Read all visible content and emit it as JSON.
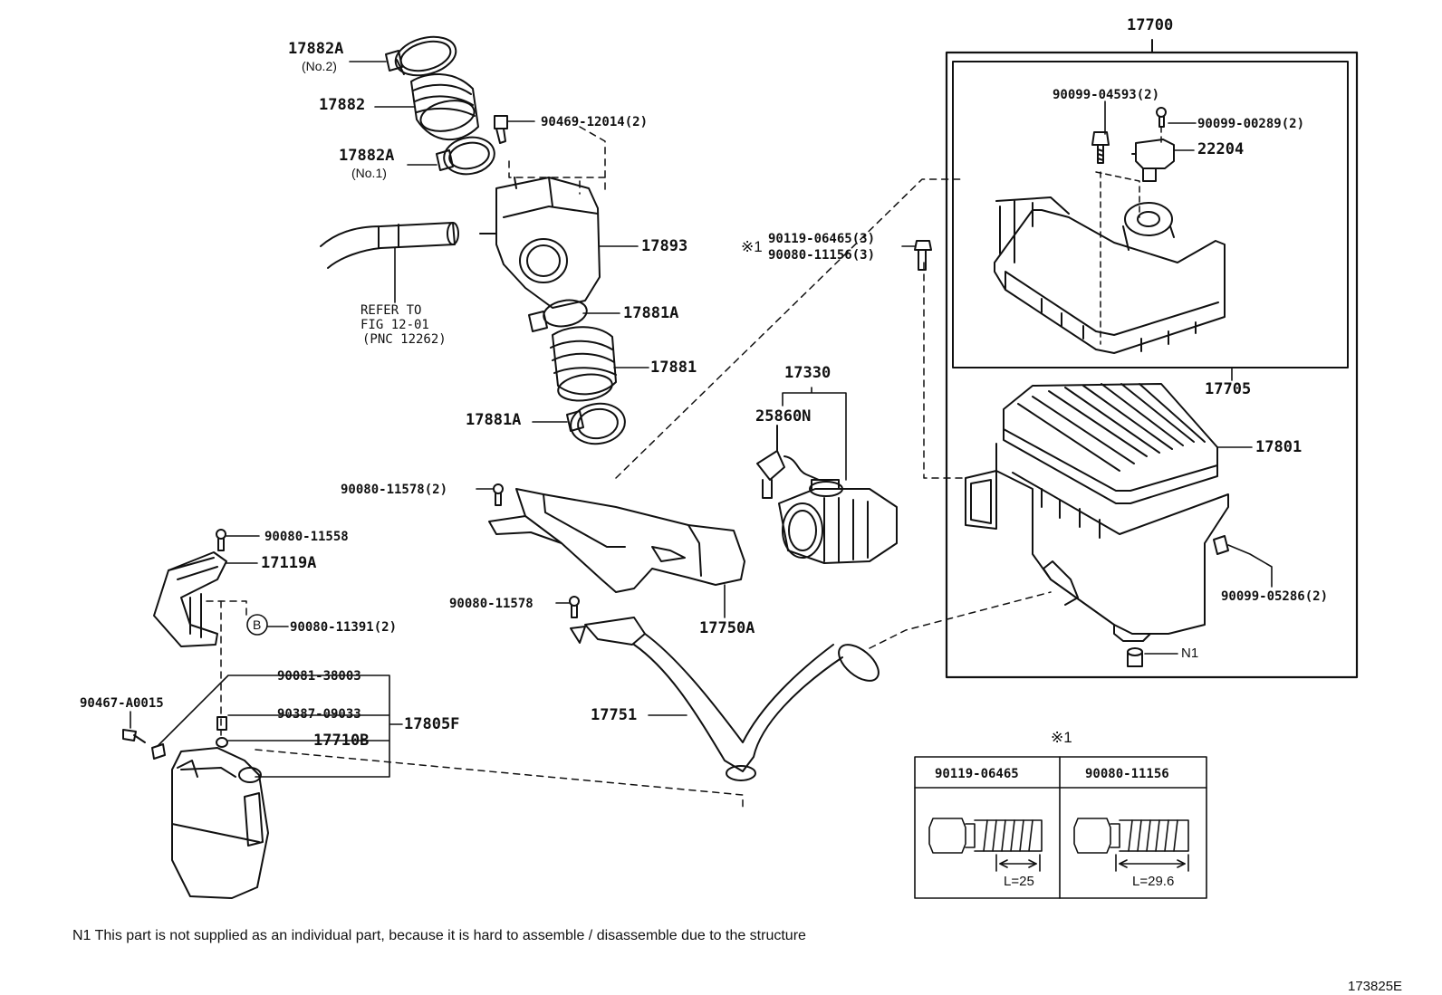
{
  "labels": {
    "p17700": "17700",
    "p17882A_top": "17882A",
    "p17882A_top_sub": "(No.2)",
    "p17882": "17882",
    "p90469": "90469-12014(2)",
    "p17882A_bot": "17882A",
    "p17882A_bot_sub": "(No.1)",
    "refer1": "REFER TO",
    "refer2": "FIG 12-01",
    "refer3": "(PNC 12262)",
    "p17893": "17893",
    "p17881A_top": "17881A",
    "p17881": "17881",
    "p17881A_bot": "17881A",
    "mark1_a": "※1",
    "p90119_cnt": "90119-06465(3)",
    "p90080_11156_cnt": "90080-11156(3)",
    "p90099_04593": "90099-04593(2)",
    "p90099_00289": "90099-00289(2)",
    "p22204": "22204",
    "p17705": "17705",
    "p17801": "17801",
    "p17330": "17330",
    "p25860N": "25860N",
    "p90080_11578_a": "90080-11578(2)",
    "p90080_11558": "90080-11558",
    "p17119A": "17119A",
    "circleB": "B",
    "p90080_11391": "90080-11391(2)",
    "p90080_11578_b": "90080-11578",
    "p17750A": "17750A",
    "p90099_05286": "90099-05286(2)",
    "n1_tag": "N1",
    "p90081": "90081-38003",
    "p90387": "90387-09033",
    "p17805F": "17805F",
    "p17710B": "17710B",
    "p90467": "90467-A0015",
    "p17751": "17751",
    "mark1_b": "※1"
  },
  "table": {
    "col1_header": "90119-06465",
    "col2_header": "90080-11156",
    "col1_length": "L=25",
    "col2_length": "L=29.6"
  },
  "footnote": "N1  This part is not supplied as an individual part, because it is hard to assemble / disassemble due to the structure",
  "figure_id": "173825E"
}
